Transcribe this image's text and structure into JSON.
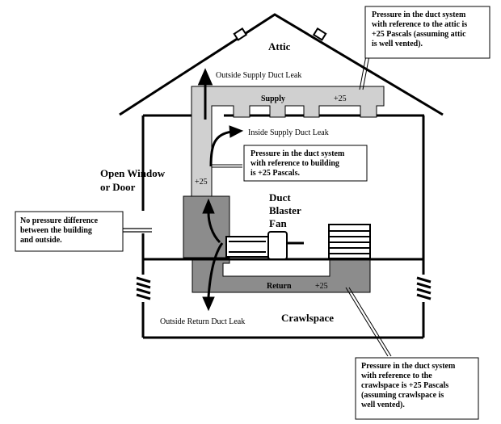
{
  "labels": {
    "attic": "Attic",
    "crawlspace": "Crawlspace",
    "open_window_1": "Open Window",
    "open_window_2": "or Door",
    "fan_1": "Duct",
    "fan_2": "Blaster",
    "fan_3": "Fan",
    "supply": "Supply",
    "return": "Return",
    "p_supply": "+25",
    "p_riser": "+25",
    "p_return": "+25",
    "leak_outside_supply": "Outside Supply Duct Leak",
    "leak_inside_supply": "Inside Supply Duct Leak",
    "leak_outside_return": "Outside Return Duct Leak"
  },
  "callouts": {
    "attic": [
      "Pressure in the duct system",
      "with reference to the attic is",
      "+25 Pascals (assuming attic",
      "is well vented)."
    ],
    "building": [
      "Pressure in the duct system",
      "with reference to building",
      "is +25 Pascals."
    ],
    "outside": [
      "No pressure difference",
      "between the building",
      "and outside."
    ],
    "crawlspace": [
      "Pressure in the duct system",
      "with reference to the",
      "crawlspace is +25 Pascals",
      "(assuming crawlspace is",
      "well vented)."
    ]
  }
}
